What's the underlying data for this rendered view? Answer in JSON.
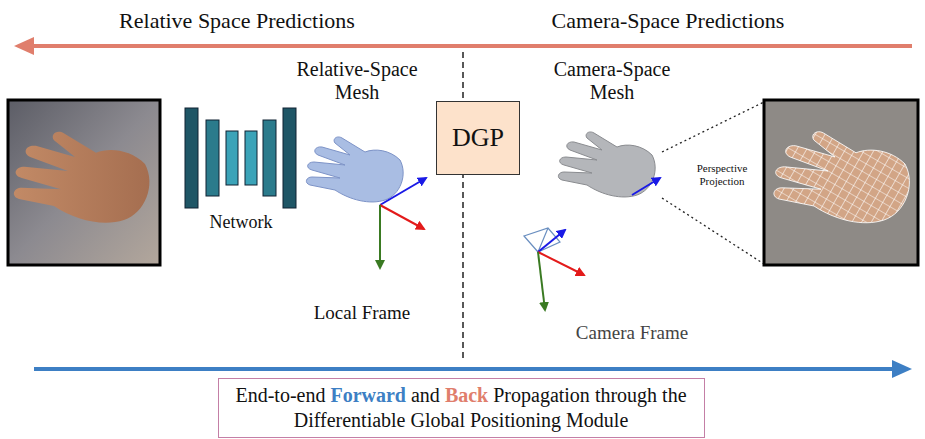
{
  "diagram": {
    "nodes": [
      {
        "text": [
          "DGP"
        ]
      },
      {
        "text": [
          "End-to-end Forward and Back Propagation through the Differentiable Global Positioning Module"
        ]
      }
    ],
    "labels": [
      "Relative Space Predictions",
      "Camera-Space Predictions",
      "Relative-Space Mesh",
      "Camera-Space Mesh",
      "Perspective Projection",
      "Network",
      "Local Frame",
      "Camera Frame"
    ]
  }
}
